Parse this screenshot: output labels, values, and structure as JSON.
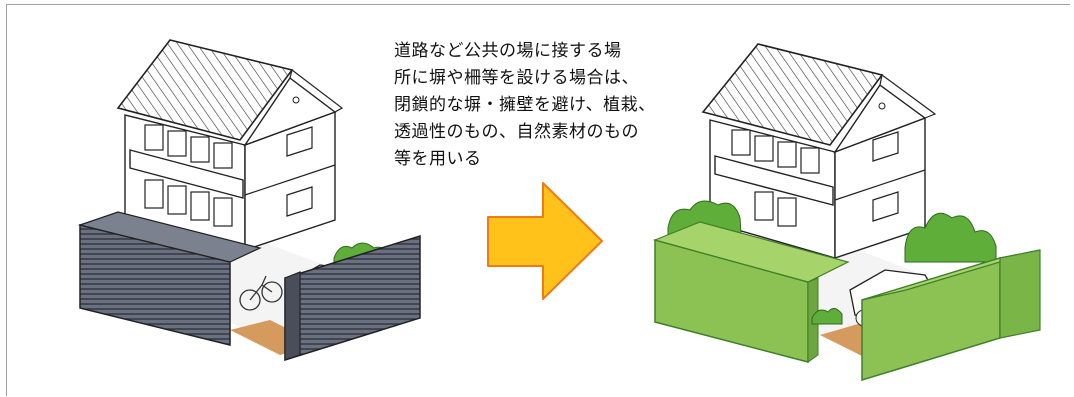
{
  "caption": {
    "lines": [
      "道路など公共の場に接する場",
      "所に塀や柵等を設ける場合は、",
      "閉鎖的な塀・擁壁を避け、植栽、",
      "透過性のもの、自然素材のもの",
      "等を用いる"
    ]
  },
  "colors": {
    "arrow_fill": "#ffc21a",
    "arrow_stroke": "#f07a18",
    "hedge_green": "#8cc253",
    "wall_gray": "#5f6472",
    "path_brown": "#d49a5e",
    "plant_green": "#5fae3a"
  },
  "illustrations": {
    "before": "house-with-closed-fence",
    "after": "house-with-hedge",
    "arrow": "right-arrow"
  }
}
